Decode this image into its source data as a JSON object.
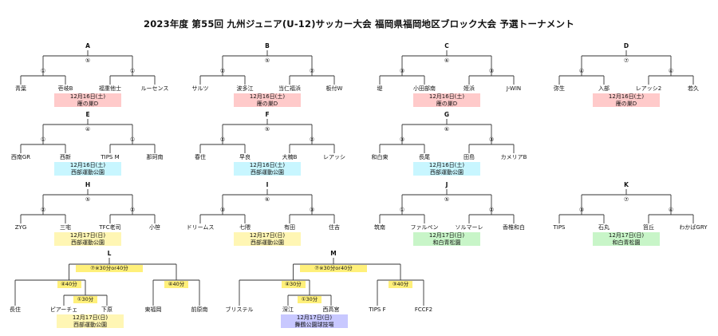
{
  "title": "2023年度 第55回 九州ジュニア(U-12)サッカー大会 福岡県福岡地区ブロック大会 予選トーナメント",
  "colors": {
    "line": "#333333",
    "venue_pink": "#ffcaca",
    "venue_cyan": "#c8f6ff",
    "venue_yellow": "#fff6b4",
    "venue_green": "#c8f5c8",
    "venue_lavender": "#c8c8ff",
    "round_box": "#fff07a"
  },
  "blocks": [
    {
      "id": "A",
      "final": "⑤",
      "rounds": [
        "①",
        "①"
      ],
      "teams": [
        "青葉",
        "壱岐B",
        "福重他士",
        "ルーセンス"
      ],
      "venue": {
        "date": "12月16日(土)",
        "place": "雁の巣D",
        "color": "pink"
      }
    },
    {
      "id": "B",
      "final": "⑤",
      "rounds": [
        "②",
        "②"
      ],
      "teams": [
        "サルツ",
        "波多江",
        "当仁福浜",
        "板付W"
      ],
      "venue": {
        "date": "12月16日(土)",
        "place": "雁の巣D",
        "color": "pink"
      }
    },
    {
      "id": "C",
      "final": "⑥",
      "rounds": [
        "③",
        "③"
      ],
      "teams": [
        "堤",
        "小田部南",
        "姪浜",
        "J-WIN"
      ],
      "venue": {
        "date": "12月16日(土)",
        "place": "雁の巣D",
        "color": "pink"
      }
    },
    {
      "id": "D",
      "final": "⑦",
      "rounds": [
        "④",
        "④"
      ],
      "teams": [
        "弥生",
        "入部",
        "レアッシ2",
        "若久"
      ],
      "venue": {
        "date": "12月16日(土)",
        "place": "雁の巣D",
        "color": "pink"
      }
    },
    {
      "id": "E",
      "final": "④",
      "rounds": [
        "①",
        "①"
      ],
      "teams": [
        "西南GR",
        "西新",
        "TIPS M",
        "那珂南"
      ],
      "venue": {
        "date": "12月16日(土)",
        "place": "西部運動公園",
        "color": "cyan"
      }
    },
    {
      "id": "F",
      "final": "⑤",
      "rounds": [
        "②",
        "②"
      ],
      "teams": [
        "春住",
        "早良",
        "大楠B",
        "レアッシ"
      ],
      "venue": {
        "date": "12月16日(土)",
        "place": "西部運動公園",
        "color": "cyan"
      }
    },
    {
      "id": "G",
      "final": "⑥",
      "rounds": [
        "③",
        "③"
      ],
      "teams": [
        "和白東",
        "長尾",
        "田島",
        "カメリアB"
      ],
      "venue": {
        "date": "12月16日(土)",
        "place": "西部運動公園",
        "color": "cyan"
      }
    },
    {
      "id": "H",
      "final": "⑤",
      "rounds": [
        "②",
        "②"
      ],
      "teams": [
        "ZYG",
        "三宅",
        "TFC老司",
        "小笹"
      ],
      "venue": {
        "date": "12月17日(日)",
        "place": "西部運動公園",
        "color": "yellow"
      }
    },
    {
      "id": "I",
      "final": "⑥",
      "rounds": [
        "③",
        "③"
      ],
      "teams": [
        "ドリームス",
        "七隈",
        "有田",
        "住吉"
      ],
      "venue": {
        "date": "12月17日(日)",
        "place": "西部運動公園",
        "color": "yellow"
      }
    },
    {
      "id": "J",
      "final": "⑤",
      "rounds": [
        "①",
        "②"
      ],
      "teams": [
        "筑南",
        "ファルペン",
        "ソルマーレ",
        "香椎和白"
      ],
      "venue": {
        "date": "12月17日(日)",
        "place": "和白青松園",
        "color": "green"
      }
    },
    {
      "id": "K",
      "final": "⑦",
      "rounds": [
        "③",
        "④"
      ],
      "teams": [
        "TIPS",
        "石丸",
        "筥丘",
        "わかばGRY"
      ],
      "venue": {
        "date": "12月17日(日)",
        "place": "和白青松園",
        "color": "green"
      }
    }
  ],
  "five_blocks": [
    {
      "id": "L",
      "final": "⑦※30分or40分",
      "left_semi": "④40分",
      "right_semi": "④40分",
      "prelim": "①30分",
      "teams": [
        "長住",
        "ピアーチェ",
        "下原",
        "東福岡",
        "前原南"
      ],
      "venue": {
        "date": "12月17日(日)",
        "place": "西部運動公園",
        "color": "yellow"
      }
    },
    {
      "id": "M",
      "final": "⑦※30分or40分",
      "left_semi": "④30分",
      "right_semi": "③40分",
      "prelim": "①30分",
      "teams": [
        "ブリステル",
        "深江",
        "西高宮",
        "TIPS F",
        "FCCF2"
      ],
      "venue": {
        "date": "12月17日(日)",
        "place": "舞鶴公園球技場",
        "color": "lavender"
      }
    }
  ]
}
